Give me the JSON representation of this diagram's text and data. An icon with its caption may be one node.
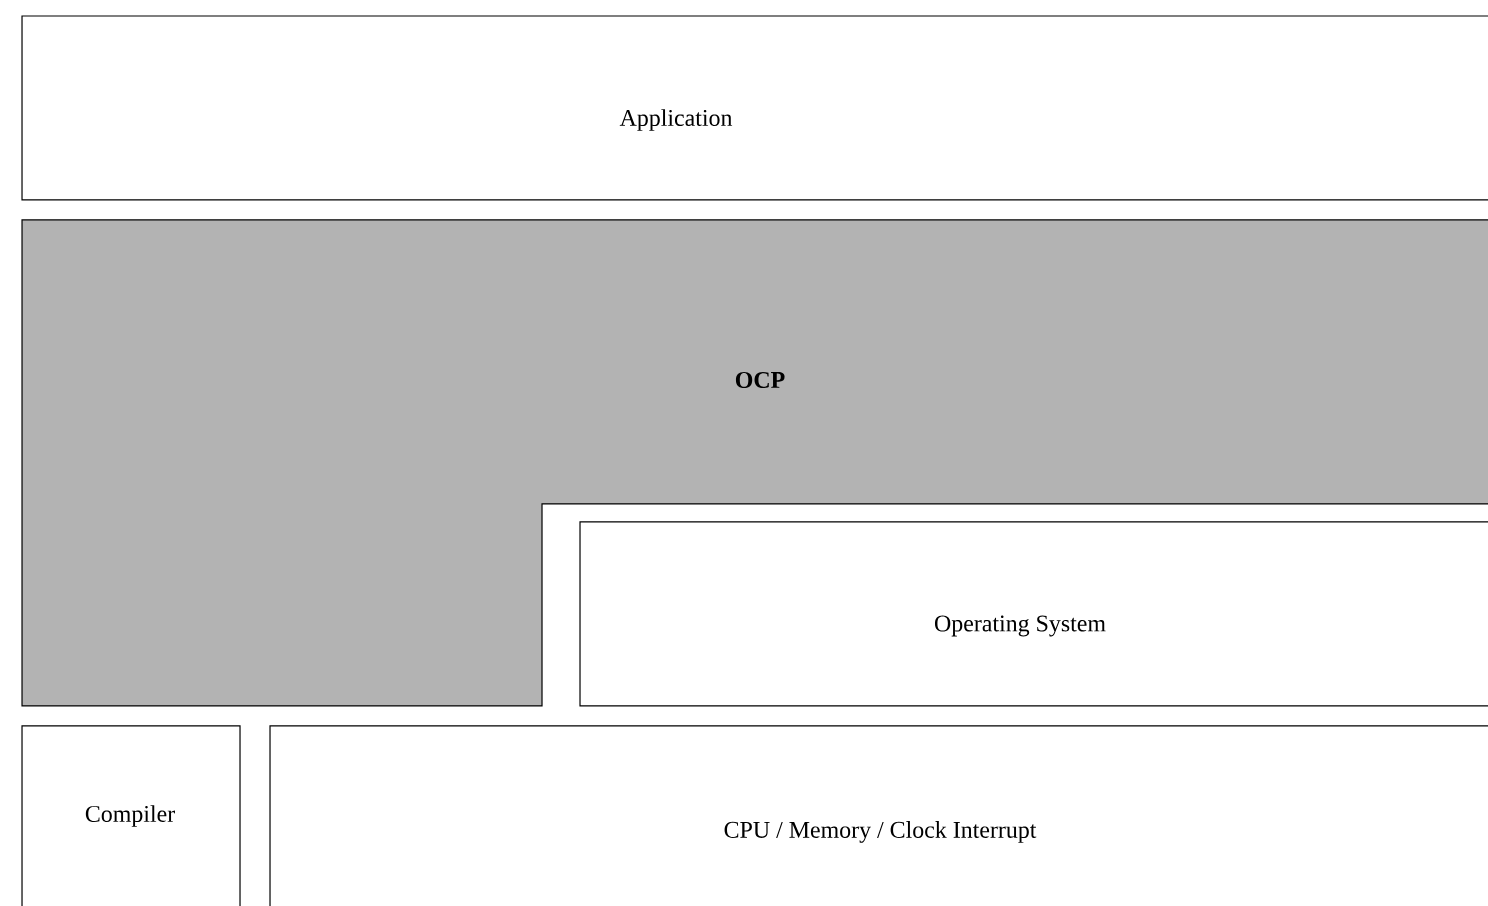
{
  "diagram": {
    "nodes": [
      {
        "text": [
          "Application"
        ]
      },
      {
        "text": [
          "OCP"
        ]
      },
      {
        "text": [
          "Operating System"
        ]
      },
      {
        "text": [
          "Compiler"
        ]
      },
      {
        "text": [
          "CPU / Memory / Clock Interrupt"
        ]
      }
    ]
  }
}
